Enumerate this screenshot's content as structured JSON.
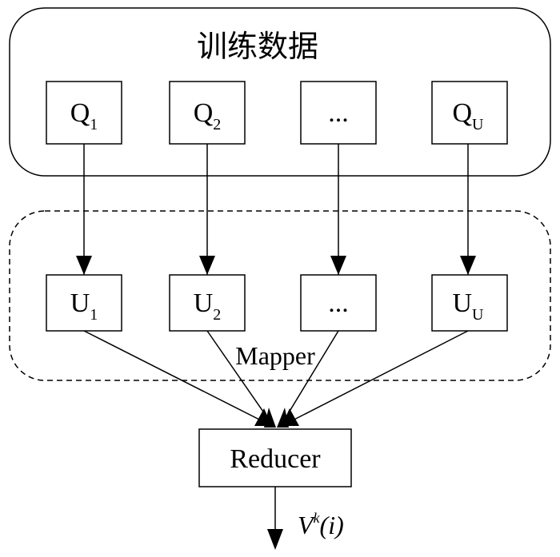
{
  "training_data": {
    "title": "训练数据",
    "items": [
      {
        "main": "Q",
        "sub": "1"
      },
      {
        "main": "Q",
        "sub": "2"
      },
      {
        "main": "...",
        "sub": ""
      },
      {
        "main": "Q",
        "sub": "U"
      }
    ]
  },
  "mapper": {
    "label": "Mapper",
    "items": [
      {
        "main": "U",
        "sub": "1"
      },
      {
        "main": "U",
        "sub": "2"
      },
      {
        "main": "...",
        "sub": ""
      },
      {
        "main": "U",
        "sub": "U"
      }
    ]
  },
  "reducer": {
    "label": "Reducer"
  },
  "output": {
    "var": "V",
    "sup": "k",
    "arg": "(i)"
  }
}
